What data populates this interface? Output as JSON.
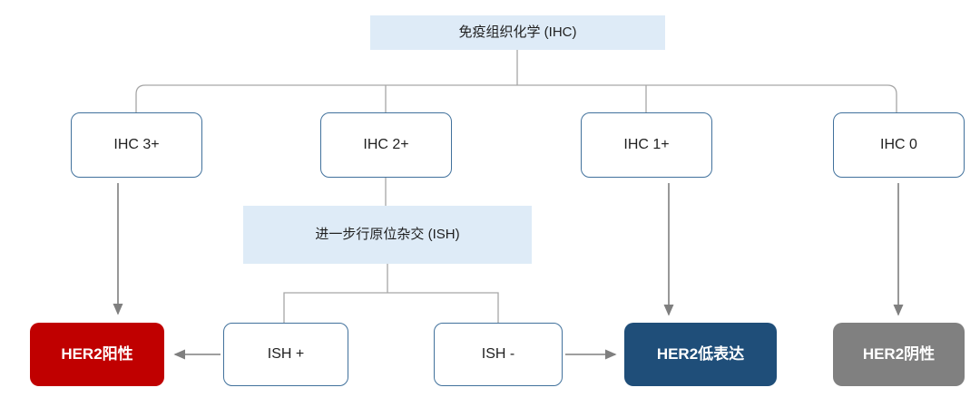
{
  "diagram": {
    "root": {
      "label": "免疫组织化学 (IHC)"
    },
    "ihc_results": [
      {
        "label": "IHC 3+"
      },
      {
        "label": "IHC 2+"
      },
      {
        "label": "IHC 1+"
      },
      {
        "label": "IHC 0"
      }
    ],
    "ish_step": {
      "label": "进一步行原位杂交 (ISH)"
    },
    "ish_results": [
      {
        "label": "ISH +"
      },
      {
        "label": "ISH -"
      }
    ],
    "outcomes": [
      {
        "label": "HER2阳性",
        "color": "#c00000"
      },
      {
        "label": "HER2低表达",
        "color": "#1f4e79"
      },
      {
        "label": "HER2阴性",
        "color": "#808080"
      }
    ],
    "colors": {
      "step_fill": "#deebf7",
      "node_border": "#41719c",
      "connector_line": "#a6a6a6",
      "arrow": "#7f7f7f",
      "positive_red": "#c00000",
      "low_expression_blue": "#1f4e79",
      "negative_gray": "#808080"
    }
  }
}
